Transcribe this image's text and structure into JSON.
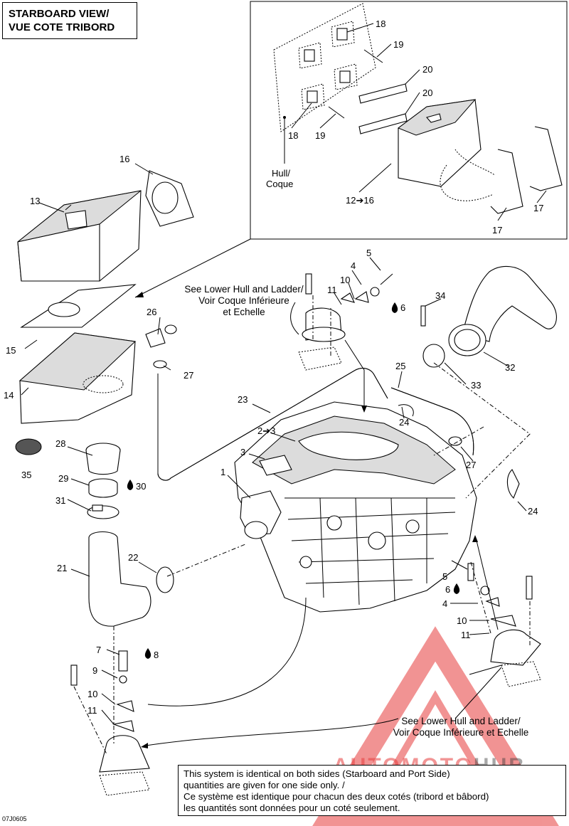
{
  "title": {
    "line1": "STARBOARD VIEW/",
    "line2": "VUE COTE TRIBORD"
  },
  "callouts": {
    "c1": "1",
    "c2to3": "2➔3",
    "c3": "3",
    "c4a": "4",
    "c4b": "4",
    "c5a": "5",
    "c5b": "5",
    "c6a": "6",
    "c6b": "6",
    "c7": "7",
    "c8": "8",
    "c9": "9",
    "c10a": "10",
    "c10b": "10",
    "c10c": "10",
    "c11a": "11",
    "c11b": "11",
    "c11c": "11",
    "c12to16": "12➔16",
    "c13": "13",
    "c14": "14",
    "c15": "15",
    "c16": "16",
    "c17a": "17",
    "c17b": "17",
    "c18a": "18",
    "c18b": "18",
    "c19a": "19",
    "c19b": "19",
    "c20a": "20",
    "c20b": "20",
    "c21": "21",
    "c22": "22",
    "c23": "23",
    "c24a": "24",
    "c24b": "24",
    "c25": "25",
    "c26": "26",
    "c27a": "27",
    "c27b": "27",
    "c28": "28",
    "c29": "29",
    "c30": "30",
    "c31": "31",
    "c32": "32",
    "c33": "33",
    "c34": "34",
    "c35": "35"
  },
  "inset": {
    "hull_line1": "Hull/",
    "hull_line2": "Coque"
  },
  "ref_top": {
    "line1": "See Lower Hull and Ladder/",
    "line2": "Voir Coque Inférieure",
    "line3": "et Echelle"
  },
  "ref_bottom": {
    "line1": "See Lower Hull and Ladder/",
    "line2": "Voir Coque Inférieure et Echelle"
  },
  "note": {
    "line1": "This system is identical on both sides (Starboard and Port Side)",
    "line2": "quantities are given for one side only. /",
    "line3": "Ce système est identique pour chacun des deux cotés (tribord et bâbord)",
    "line4": "les quantités sont données pour un coté seulement."
  },
  "diagram_code": "07J0605",
  "watermark": {
    "word": "AUTOMOTO",
    "suffix": "HUB",
    "color": "#e63c3c"
  }
}
